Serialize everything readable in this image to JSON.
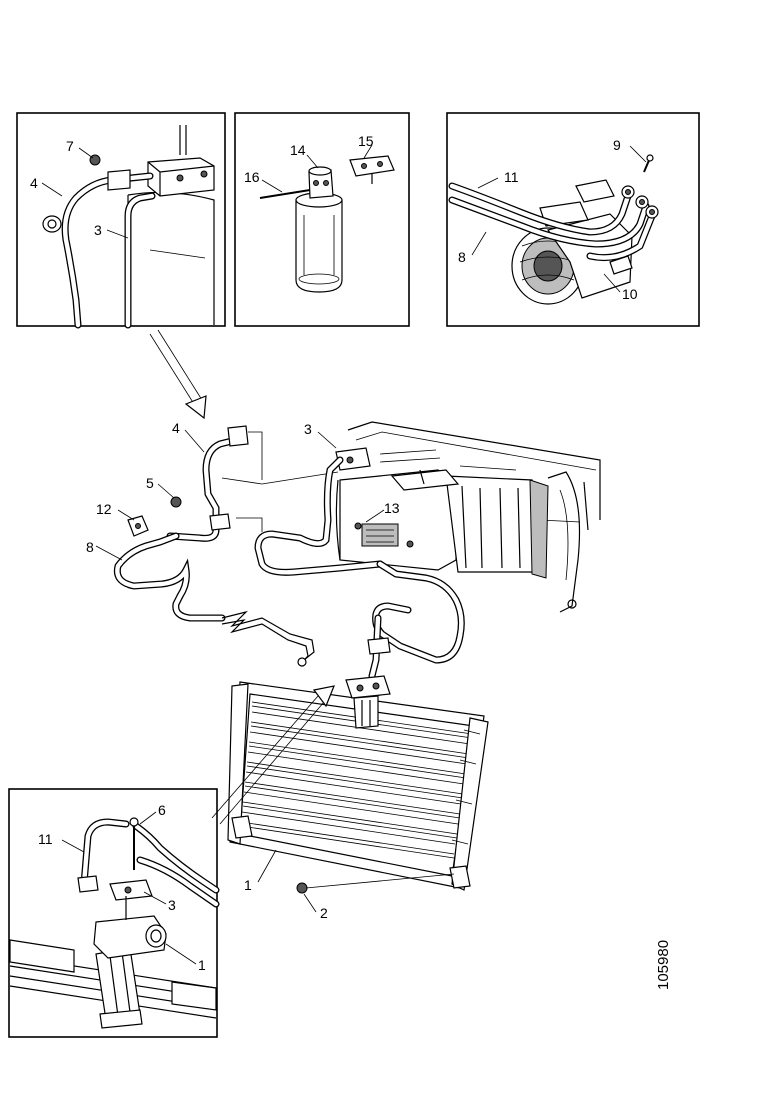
{
  "diagram": {
    "reference_number": "105980",
    "labels": {
      "tl_7": "7",
      "tl_4": "4",
      "tl_3": "3",
      "tm_14": "14",
      "tm_15": "15",
      "tm_16": "16",
      "tr_9": "9",
      "tr_11": "11",
      "tr_8": "8",
      "tr_10": "10",
      "m_4": "4",
      "m_3": "3",
      "m_5": "5",
      "m_12": "12",
      "m_13": "13",
      "m_8": "8",
      "b_1": "1",
      "b_2": "2",
      "bl_6": "6",
      "bl_11": "11",
      "bl_3": "3",
      "bl_1": "1"
    }
  }
}
